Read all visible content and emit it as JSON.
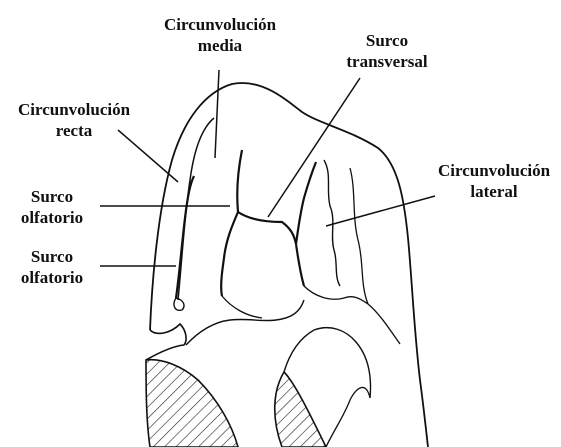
{
  "labels": {
    "circ_media": [
      "Circunvolución",
      "media"
    ],
    "surco_transversal": [
      "Surco",
      "transversal"
    ],
    "circ_recta": [
      "Circunvolución",
      "recta"
    ],
    "circ_lateral": [
      "Circunvolución",
      "lateral"
    ],
    "surco_olfatorio_1": [
      "Surco",
      "olfatorio"
    ],
    "surco_olfatorio_2": [
      "Surco",
      "olfatorio"
    ]
  },
  "colors": {
    "ink": "#111111",
    "background": "#ffffff"
  }
}
